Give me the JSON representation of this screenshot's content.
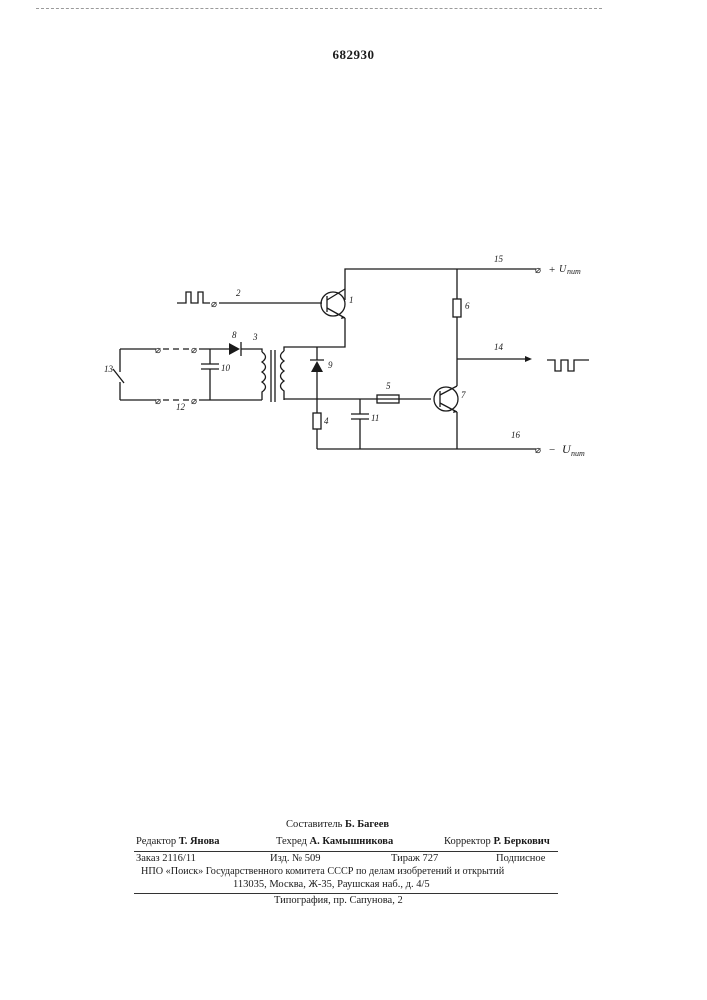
{
  "patent_number": "682930",
  "diagram": {
    "component_labels": {
      "c1": "1",
      "c2": "2",
      "c3": "3",
      "c4": "4",
      "c5": "5",
      "c6": "6",
      "c7": "7",
      "c8": "8",
      "c9": "9",
      "c10": "10",
      "c11": "11",
      "c12": "12",
      "c13": "13",
      "c14": "14",
      "c15": "15",
      "c16": "16"
    },
    "terminal_symbol": "⌀",
    "supply_positive": {
      "sign": "+",
      "symbol": "U",
      "subscript": "пит"
    },
    "supply_negative": {
      "sign": "−",
      "symbol": "U",
      "subscript": "пит"
    }
  },
  "footer": {
    "compiler": {
      "label": "Составитель",
      "name": "Б. Багеев"
    },
    "editor": {
      "label": "Редактор",
      "name": "Т. Янова"
    },
    "techred": {
      "label": "Техред",
      "name": "А. Камышникова"
    },
    "corrector": {
      "label": "Корректор",
      "name": "Р. Беркович"
    },
    "order": "Заказ 2116/11",
    "edition": "Изд. № 509",
    "circulation": "Тираж 727",
    "subscription": "Подписное",
    "org_line": "НПО «Поиск» Государственного комитета СССР по делам изобретений и открытий",
    "address_line": "113035, Москва, Ж-35, Раушская наб., д. 4/5",
    "printer_line": "Типография, пр. Сапунова, 2"
  }
}
